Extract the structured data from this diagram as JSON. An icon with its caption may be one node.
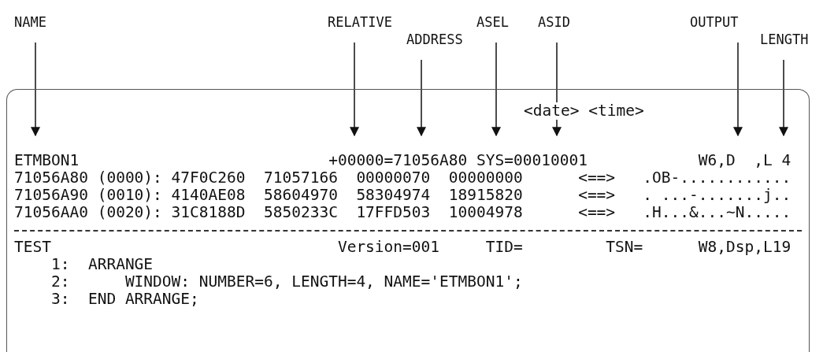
{
  "diagram": {
    "nodes": [
      {
        "text": [
          "NAME"
        ]
      },
      {
        "text": [
          "RELATIVE"
        ]
      },
      {
        "text": [
          "ADDRESS"
        ]
      },
      {
        "text": [
          "ASEL"
        ]
      },
      {
        "text": [
          "ASID"
        ]
      },
      {
        "text": [
          "OUTPUT"
        ]
      },
      {
        "text": [
          "LENGTH"
        ]
      },
      {
        "text": [
          "<date> <time>",
          "ETMBON1                           +00000=71056A80 SYS=00010001            W6,D  ,L 4",
          "71056A80 (0000): 47F0C260  71057166  00000070  00000000      <==>   .OB-............",
          "71056A90 (0010): 4140AE08  58604970  58304974  18915820      <==>   . ...-.......j..",
          "71056AA0 (0020): 31C8188D  5850233C  17FFD503  10004978      <==>   .H...&...~N.....",
          "TEST                               Version=001     TID=         TSN=      W8,Dsp,L19",
          "    1:  ARRANGE",
          "    2:      WINDOW: NUMBER=6, LENGTH=4, NAME='ETMBON1';",
          "    3:  END ARRANGE;"
        ]
      }
    ],
    "edges": [
      {
        "from": 0,
        "to": 7,
        "arrow": "to"
      },
      {
        "from": 1,
        "to": 7,
        "arrow": "to"
      },
      {
        "from": 2,
        "to": 7,
        "arrow": "to"
      },
      {
        "from": 3,
        "to": 7,
        "arrow": "to"
      },
      {
        "from": 4,
        "to": 7,
        "arrow": "to"
      },
      {
        "from": 5,
        "to": 7,
        "arrow": "to"
      },
      {
        "from": 6,
        "to": 7,
        "arrow": "to"
      }
    ]
  }
}
